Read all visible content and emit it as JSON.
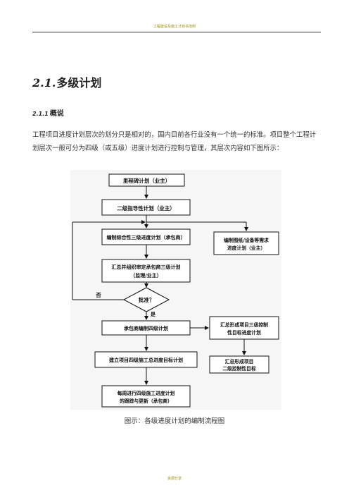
{
  "header": {
    "text": "工程建设及施工计划书范例"
  },
  "section": {
    "number": "2.1.",
    "title": "多级计划"
  },
  "subsection": {
    "number": "2.1.1",
    "title": "概说"
  },
  "paragraph": "工程项目进度计划层次的划分只是相对的，国内目前各行业没有一个统一的标准。项目整个工程计划层次一般可分为四级（或五级）进度计划进行控制与管理，其层次内容如下图所示：",
  "flowchart": {
    "box1": "里程碑计划（业主）",
    "box2": "二级指导性计划（业主）",
    "box3": "编制综合性三级进度计划（承包商）",
    "box_right1_l1": "编制图纸/设备等需求",
    "box_right1_l2": "进度计划（业主）",
    "box4_l1": "汇总并组织审定承包商三级计划",
    "box4_l2": "（监理/业主）",
    "diamond": "批准？",
    "label_no": "否",
    "label_yes": "是",
    "box5": "承包商编制四级计划",
    "box_right2_l1": "汇总形成项目三级控制",
    "box_right2_l2": "性目标进度计划",
    "box6": "建立项目四级施工总进度目标计划",
    "box_right3_l1": "汇总形成项目",
    "box_right3_l2": "二级控制性目标",
    "box7_l1": "每周进行四级施工进度计划",
    "box7_l2": "的跟踪与更新（承包商）"
  },
  "caption": "图示：各级进度计划的编制流程图",
  "footer": {
    "text": "资源分享"
  }
}
